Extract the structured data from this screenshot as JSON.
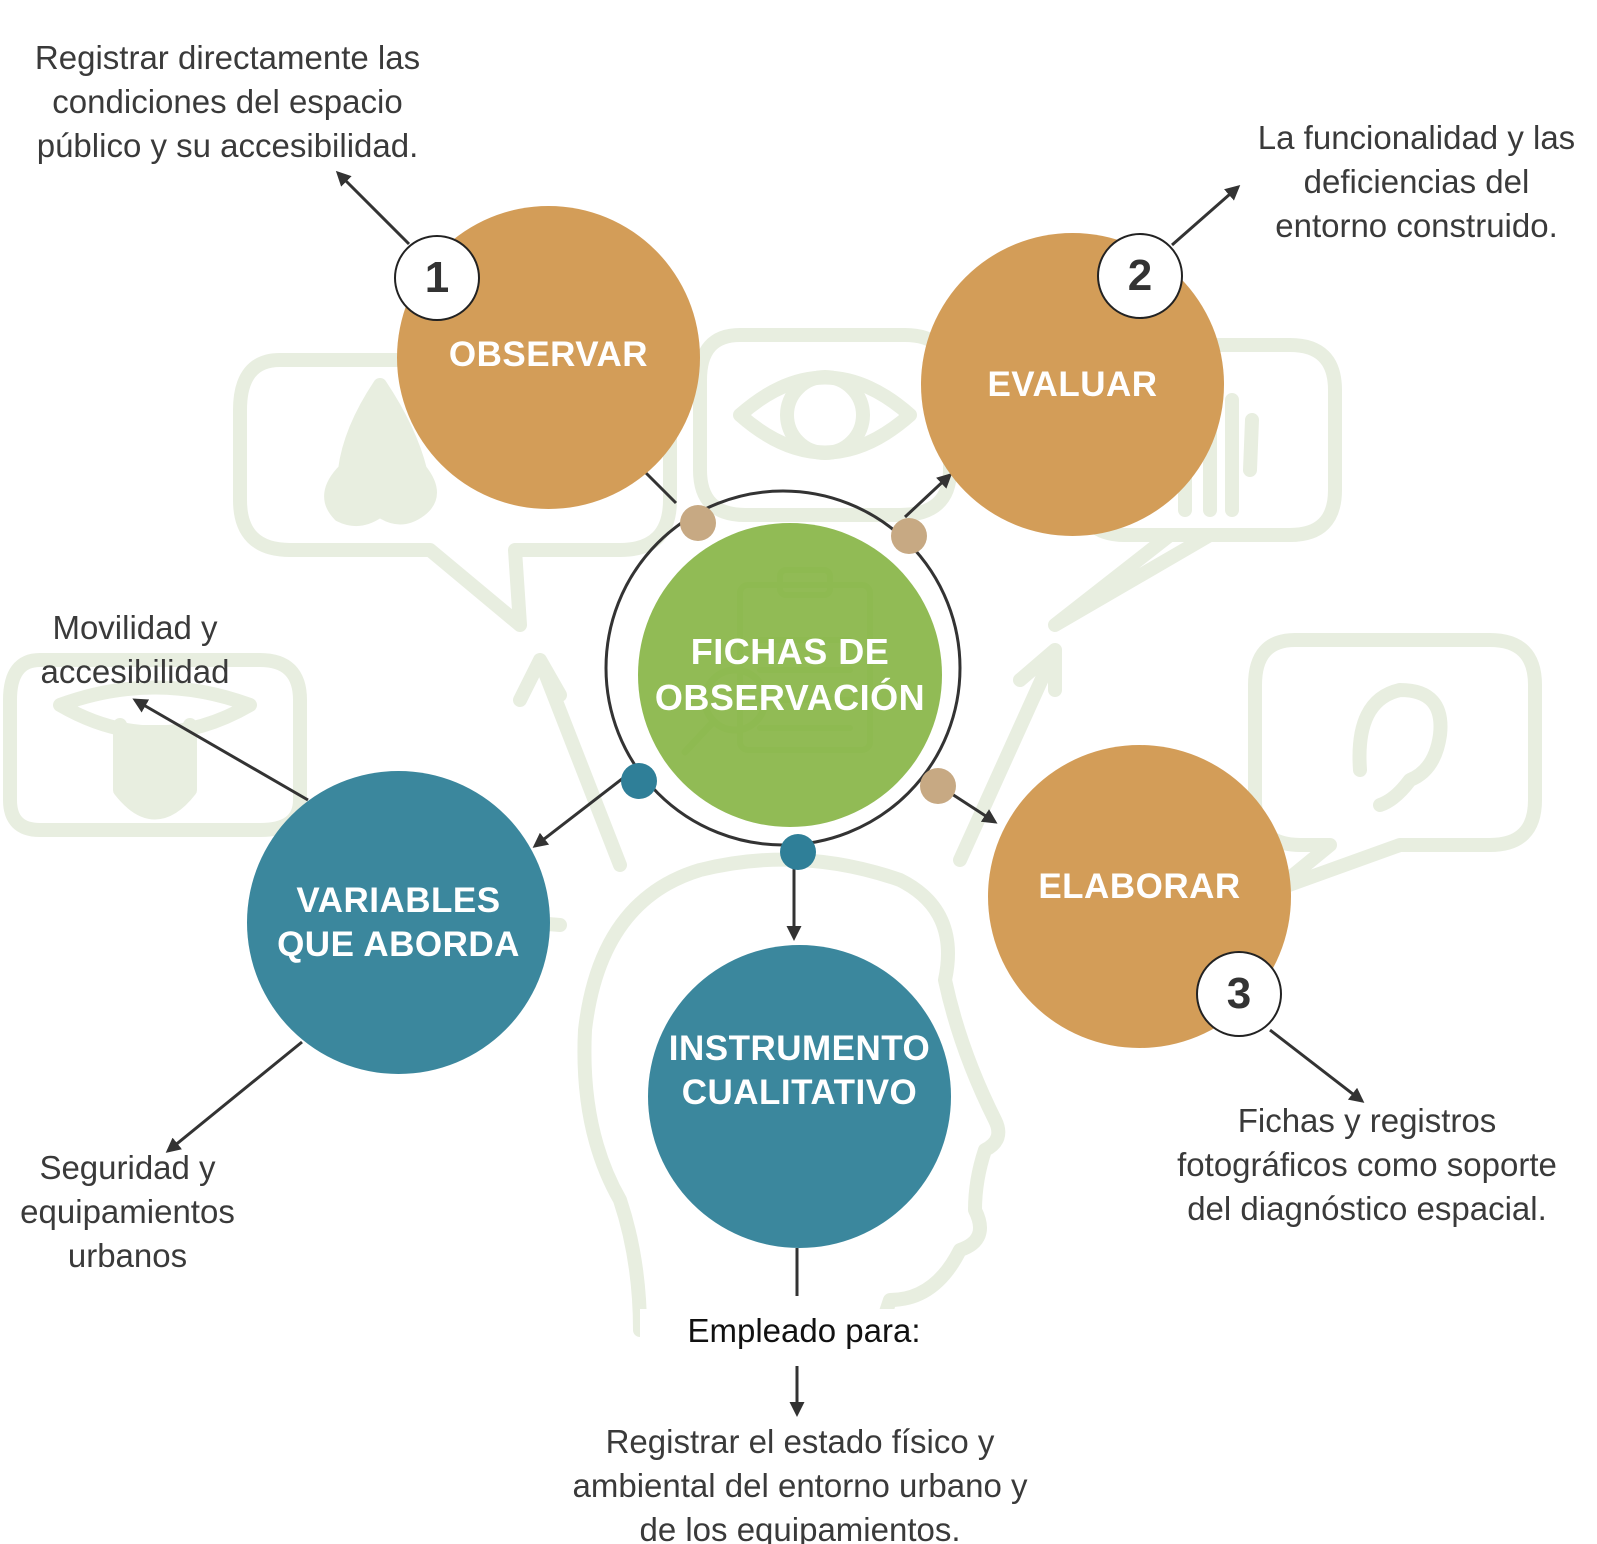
{
  "center": {
    "title": "FICHAS DE\nOBSERVACIÓN"
  },
  "nodes": {
    "observar": {
      "label": "OBSERVAR",
      "number": "1",
      "desc": "Registrar directamente las\ncondiciones del espacio\npúblico y su accesibilidad."
    },
    "evaluar": {
      "label": "EVALUAR",
      "number": "2",
      "desc": "La funcionalidad y las\ndeficiencias del\nentorno construido."
    },
    "elaborar": {
      "label": "ELABORAR",
      "number": "3",
      "desc": "Fichas y registros\nfotográficos como soporte\ndel diagnóstico espacial."
    },
    "variables": {
      "label": "VARIABLES\nQUE ABORDA",
      "desc_top": "Movilidad y\naccesibilidad",
      "desc_bottom": "Seguridad y\nequipamientos\nurbanos"
    },
    "instrumento": {
      "label": "INSTRUMENTO\nCUALITATIVO",
      "connector": "Empleado para:",
      "desc": "Registrar el estado físico y\nambiental del entorno urbano y\nde los equipamientos."
    }
  },
  "colors": {
    "orange": "#d39d58",
    "teal": "#3b879d",
    "green": "#8db84e",
    "tan_dot": "#c7a983",
    "background_art": "#e8eee0"
  },
  "icons": [
    "nose-icon",
    "eye-icon",
    "hand-icon",
    "tongue-icon",
    "ear-icon",
    "head-icon",
    "clipboard-icon",
    "magnifier-icon"
  ]
}
